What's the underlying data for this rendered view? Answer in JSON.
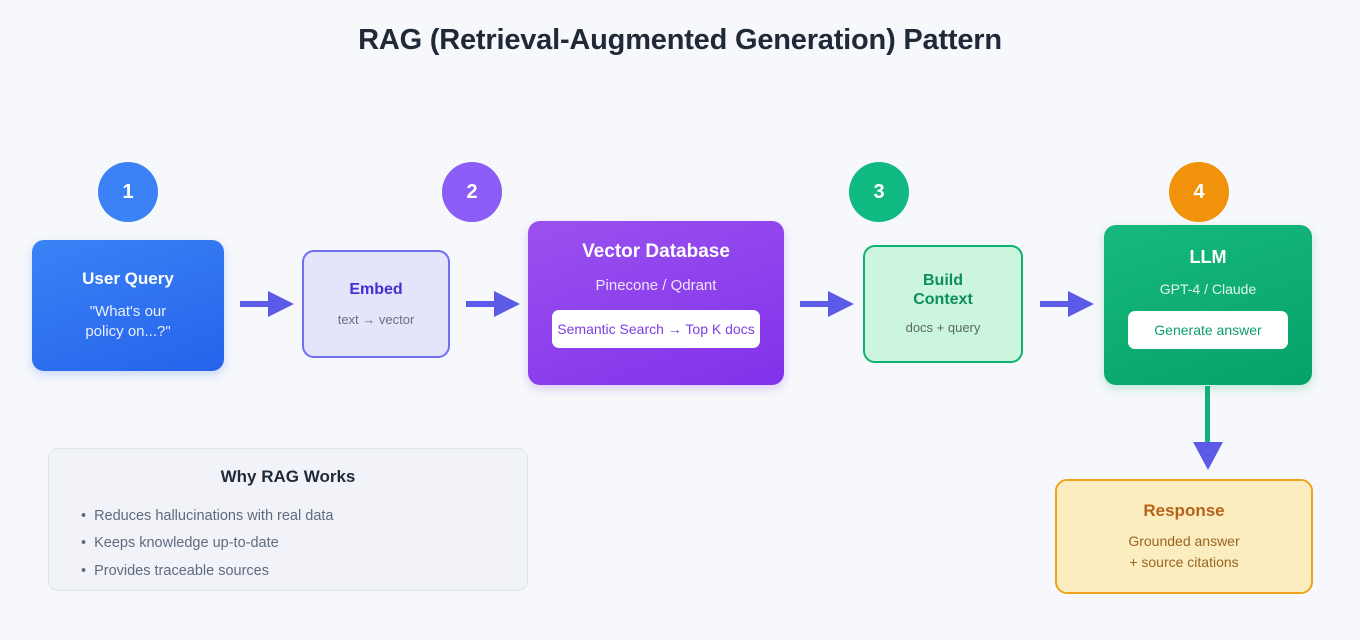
{
  "page": {
    "title": "RAG (Retrieval-Augmented Generation) Pattern",
    "background_color": "#f7f8fb"
  },
  "badges": [
    {
      "label": "1",
      "color": "#3b82f6"
    },
    {
      "label": "2",
      "color": "#8b5cf6"
    },
    {
      "label": "3",
      "color": "#10b981"
    },
    {
      "label": "4",
      "color": "#f0930a"
    }
  ],
  "nodes": {
    "user_query": {
      "title": "User Query",
      "subtitle_line1": "\"What's our",
      "subtitle_line2": "policy on...?\"",
      "color": "#2563eb"
    },
    "embed": {
      "title": "Embed",
      "subtitle": "text → vector",
      "color": "#6f6ff0"
    },
    "vector_db": {
      "title": "Vector Database",
      "subtitle": "Pinecone / Qdrant",
      "chip_label": "Semantic Search → Top K docs",
      "color": "#8132ea"
    },
    "build_context": {
      "title_line1": "Build",
      "title_line2": "Context",
      "subtitle": "docs + query",
      "color": "#12b06f"
    },
    "llm": {
      "title": "LLM",
      "subtitle": "GPT-4 / Claude",
      "chip_label": "Generate answer",
      "color": "#05a268"
    },
    "response": {
      "title": "Response",
      "subtitle_line1": "Grounded answer",
      "subtitle_line2": "+ source citations",
      "color": "#f0a41e"
    }
  },
  "why_rag": {
    "title": "Why RAG Works",
    "bullets": [
      "Reduces hallucinations with real data",
      "Keeps knowledge up-to-date",
      "Provides traceable sources"
    ]
  },
  "arrows": {
    "flow_color": "#5b5be8",
    "vertical_tail_color": "#12b07a"
  }
}
